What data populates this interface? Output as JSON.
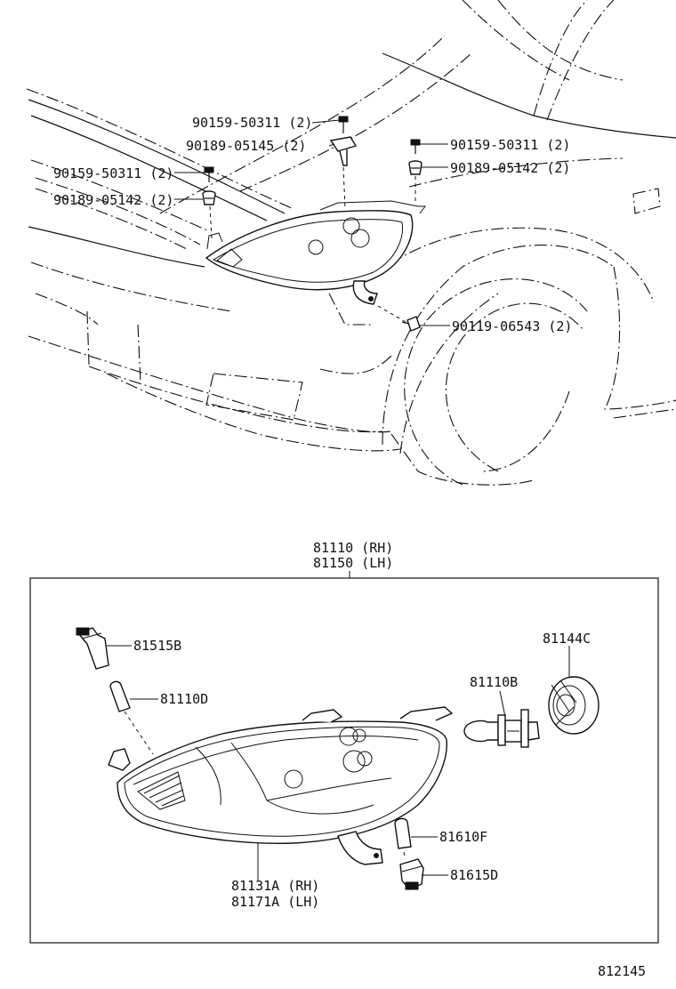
{
  "diagram": {
    "upper_callouts": [
      {
        "id": "c1",
        "label": "90159-50311 (2)"
      },
      {
        "id": "c2",
        "label": "90189-05145 (2)"
      },
      {
        "id": "c3",
        "label": "90159-50311 (2)"
      },
      {
        "id": "c4",
        "label": "90189-05142 (2)"
      },
      {
        "id": "c5",
        "label": "90159-50311 (2)"
      },
      {
        "id": "c6",
        "label": "90189-05142 (2)"
      },
      {
        "id": "c7",
        "label": "90119-06543 (2)"
      }
    ],
    "assembly": {
      "label_rh": "81110 (RH)",
      "label_lh": "81150 (LH)"
    },
    "lower_callouts": [
      {
        "id": "p1",
        "label": "81515B"
      },
      {
        "id": "p2",
        "label": "81110D"
      },
      {
        "id": "p3",
        "label": "81144C"
      },
      {
        "id": "p4",
        "label": "81110B"
      },
      {
        "id": "p5",
        "label": "81610F"
      },
      {
        "id": "p6",
        "label": "81615D"
      }
    ],
    "lens_label_rh": "81131A (RH)",
    "lens_label_lh": "81171A (LH)",
    "diagram_number": "812145"
  }
}
